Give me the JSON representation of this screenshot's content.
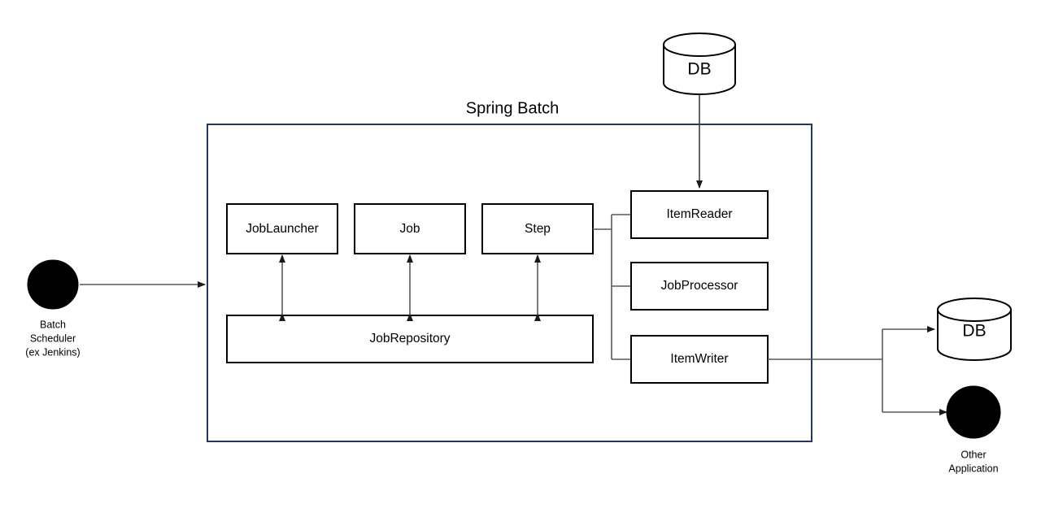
{
  "diagram": {
    "title": "Spring Batch",
    "container": {
      "label": "Spring Batch",
      "border_color": "#1F3864"
    },
    "core_boxes": [
      {
        "id": "joblauncher",
        "label": "JobLauncher"
      },
      {
        "id": "job",
        "label": "Job"
      },
      {
        "id": "step",
        "label": "Step"
      }
    ],
    "repository_box": {
      "id": "jobrepository",
      "label": "JobRepository"
    },
    "step_children": [
      {
        "id": "itemreader",
        "label": "ItemReader"
      },
      {
        "id": "jobprocessor",
        "label": "JobProcessor"
      },
      {
        "id": "itemwriter",
        "label": "ItemWriter"
      }
    ],
    "external": {
      "source_db": {
        "id": "source-db",
        "label": "DB"
      },
      "target_db": {
        "id": "target-db",
        "label": "DB"
      },
      "scheduler": {
        "id": "batch-scheduler",
        "caption_lines": [
          "Batch",
          "Scheduler",
          "(ex Jenkins)"
        ]
      },
      "other_application": {
        "id": "other-application",
        "caption_lines": [
          "Other",
          "Application"
        ]
      }
    },
    "colors": {
      "container_border": "#1F3864",
      "box_border": "#000000",
      "connector": "#595959",
      "actor_fill": "#000000",
      "background": "#ffffff"
    }
  }
}
